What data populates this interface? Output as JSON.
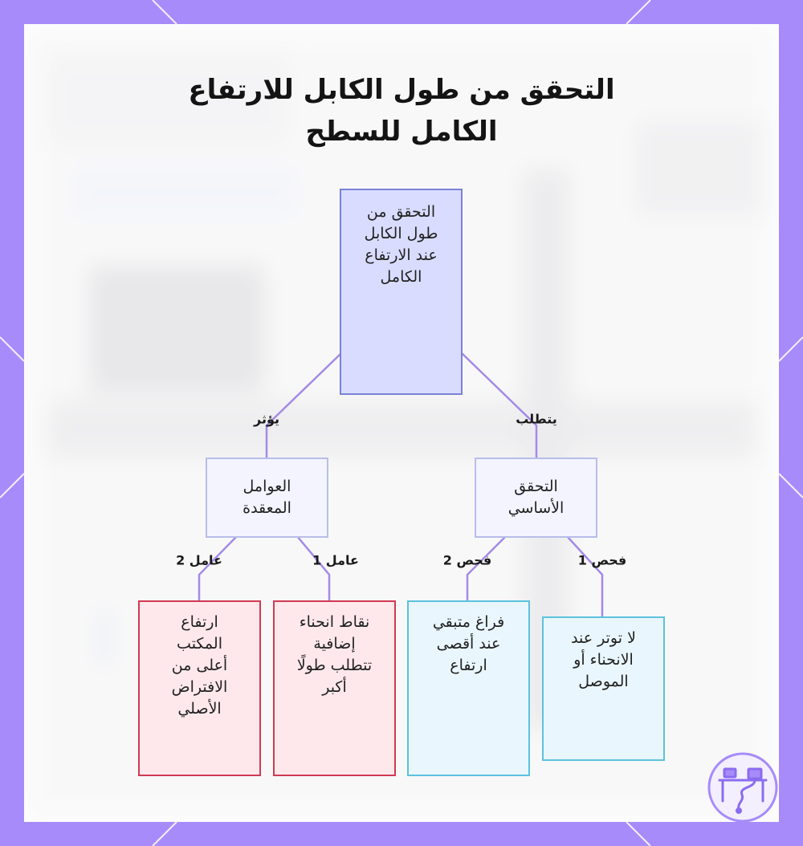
{
  "title": {
    "line1": "التحقق من طول الكابل للارتفاع",
    "line2": "الكامل للسطح"
  },
  "nodes": {
    "root": "التحقق من\nطول الكابل\nعند الارتفاع\nالكامل",
    "factors": "العوامل\nالمعقدة",
    "basic": "التحقق\nالأساسي",
    "factor2": "ارتفاع\nالمكتب\nأعلى من\nالافتراض\nالأصلي",
    "factor1": "نقاط انحناء\nإضافية\nتتطلب طولًا\nأكبر",
    "check2": "فراغ متبقي\nعند أقصى\nارتفاع",
    "check1": "لا توتر عند\nالانحناء أو\nالموصل"
  },
  "edge_labels": {
    "affects": "يؤثر",
    "requires": "يتطلب",
    "factor2": "عامل 2",
    "factor1": "عامل 1",
    "check2": "فحص 2",
    "check1": "فحص 1"
  },
  "colors": {
    "frame": "#a78bfa",
    "edge": "#a48ae6",
    "root_fill": "#d9dcff",
    "red_border": "#cf3a52",
    "blue_border": "#5cc2dd"
  },
  "icons": [
    "desk-cable-logo-icon"
  ]
}
